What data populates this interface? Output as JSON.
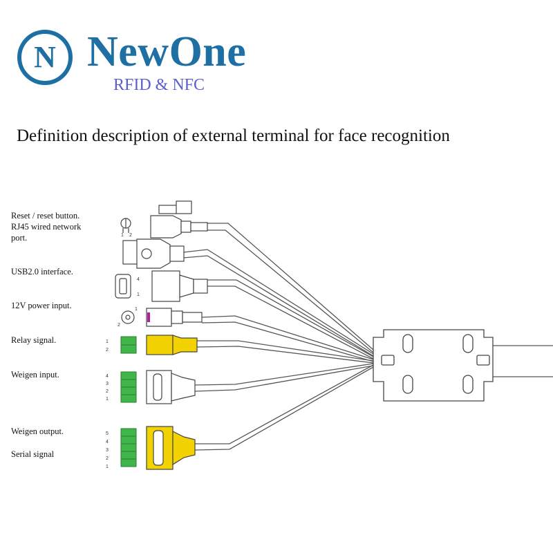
{
  "brand": {
    "logo_letter": "N",
    "name": "NewOne",
    "tagline": "RFID & NFC",
    "primary_color": "#1E6FA3",
    "tagline_color": "#5A5FCE"
  },
  "title": "Definition description of external terminal for face recognition",
  "labels": {
    "reset": "Reset / reset button.",
    "rj45_line1": "RJ45 wired network",
    "rj45_line2": "port.",
    "usb": "USB2.0 interface.",
    "power": "12V power input.",
    "relay": "Relay signal.",
    "weigen_in": "Weigen input.",
    "weigen_out": "Weigen output.",
    "serial": "Serial signal"
  },
  "pin_numbers": {
    "reset": [
      "1",
      "2"
    ],
    "usb": [
      "4",
      "1"
    ],
    "power": [
      "1",
      "2"
    ],
    "relay": [
      "1",
      "2"
    ],
    "weigen_in": [
      "4",
      "3",
      "2",
      "1"
    ],
    "weigen_out": [
      "5",
      "4",
      "3",
      "2",
      "1"
    ]
  },
  "colors": {
    "cable": "#555555",
    "yellow_connector": "#F2D200",
    "green_terminal": "#3FB54A",
    "magenta_pin": "#B0209A"
  }
}
